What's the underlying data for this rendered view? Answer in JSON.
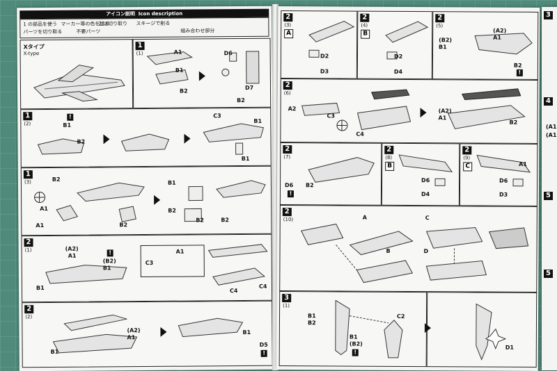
{
  "header": {
    "title_jp": "アイコン説明",
    "title_en": "Icon description"
  },
  "icon_legend": [
    "1 の部品を使う",
    "マーカー等の色を塗る",
    "2 は切り取り",
    "スキージで削る",
    "パーツを切り取る",
    "不要パーツ",
    "組み合わせ部分"
  ],
  "xtype": {
    "jp": "Xタイプ",
    "en": "X-type"
  },
  "steps": [
    {
      "no": "1",
      "sub": "(1)",
      "labels": [
        "A1",
        "B1",
        "B2",
        "D6",
        "D7",
        "B2"
      ]
    },
    {
      "no": "1",
      "sub": "(2)",
      "labels": [
        "B1",
        "B2",
        "C3",
        "B1",
        "B1"
      ]
    },
    {
      "no": "1",
      "sub": "(3)",
      "labels": [
        "B2",
        "A1",
        "A1",
        "B2",
        "B1",
        "B2",
        "B2",
        "B2"
      ]
    },
    {
      "no": "2",
      "sub": "(1)",
      "labels": [
        "(A2)",
        "A1",
        "(B2)",
        "B1",
        "B1",
        "C3",
        "A1",
        "C4",
        "C4"
      ]
    },
    {
      "no": "2",
      "sub": "(2)",
      "labels": [
        "(A2)",
        "A1",
        "B1",
        "B1",
        "D5"
      ]
    },
    {
      "no": "2",
      "sub": "(3)",
      "labels": [
        "A",
        "D2",
        "D3"
      ]
    },
    {
      "no": "2",
      "sub": "(4)",
      "labels": [
        "B",
        "D2",
        "D4"
      ]
    },
    {
      "no": "2",
      "sub": "(5)",
      "labels": [
        "(A2)",
        "A1",
        "(B2)",
        "B1",
        "B2"
      ]
    },
    {
      "no": "2",
      "sub": "(6)",
      "labels": [
        "A2",
        "C3",
        "C4",
        "(A2)",
        "A1",
        "B2"
      ]
    },
    {
      "no": "2",
      "sub": "(7)",
      "labels": [
        "D6",
        "B2"
      ]
    },
    {
      "no": "2",
      "sub": "(8)",
      "labels": [
        "B",
        "D6",
        "D4"
      ]
    },
    {
      "no": "2",
      "sub": "(9)",
      "labels": [
        "C",
        "D6",
        "D3",
        "A1"
      ]
    },
    {
      "no": "2",
      "sub": "(10)",
      "labels": [
        "A",
        "B",
        "C",
        "D"
      ]
    },
    {
      "no": "3",
      "sub": "(1)",
      "labels": [
        "B1",
        "B2",
        "C2",
        "B1",
        "(B2)",
        "D1"
      ]
    }
  ],
  "next_page": {
    "labels": [
      "3",
      "4",
      "(A1)",
      "(A1)",
      "5",
      "5"
    ]
  },
  "colors": {
    "paper": "#f4f4f2",
    "mat": "#4f8a7a",
    "ink": "#111111"
  }
}
